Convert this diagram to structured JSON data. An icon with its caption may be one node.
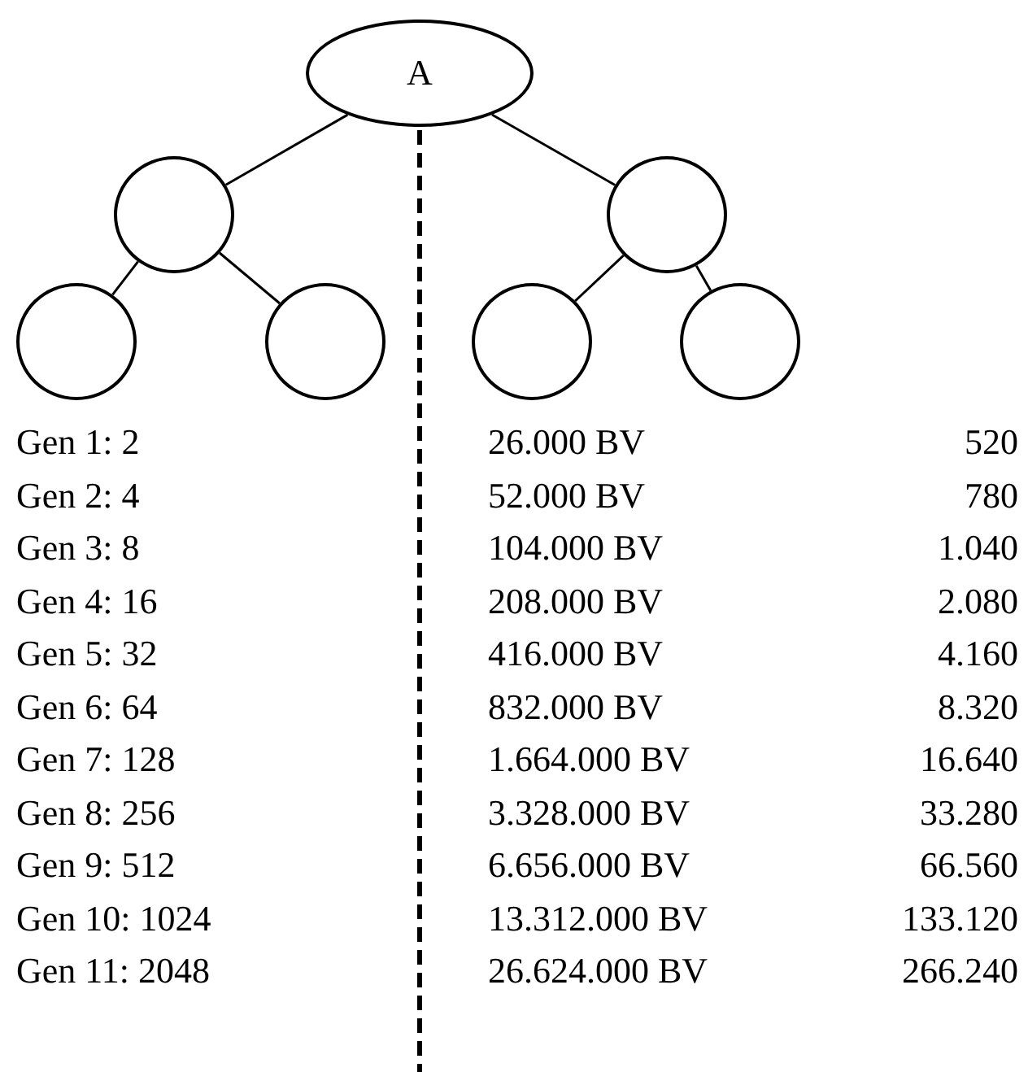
{
  "diagram": {
    "nodes": [
      {
        "text": [
          "A"
        ]
      },
      {
        "text": [],
        "shape": "circle"
      },
      {
        "text": [],
        "shape": "circle"
      },
      {
        "text": [],
        "shape": "circle"
      },
      {
        "text": [],
        "shape": "circle"
      },
      {
        "text": [],
        "shape": "circle"
      },
      {
        "text": [],
        "shape": "circle"
      }
    ],
    "edges": [
      {
        "from": 0,
        "to": 1,
        "arrow": "none"
      },
      {
        "from": 0,
        "to": 2,
        "arrow": "none"
      },
      {
        "from": 1,
        "to": 3,
        "arrow": "none"
      },
      {
        "from": 1,
        "to": 4,
        "arrow": "none"
      },
      {
        "from": 2,
        "to": 5,
        "arrow": "none"
      },
      {
        "from": 2,
        "to": 6,
        "arrow": "none"
      }
    ],
    "labels": [
      "Gen 1: 2",
      "26.000 BV",
      "520",
      "Gen 2: 4",
      "52.000 BV",
      "780",
      "Gen 3: 8",
      "104.000 BV",
      "1.040",
      "Gen 4: 16",
      "208.000 BV",
      "2.080",
      "Gen 5: 32",
      "416.000 BV",
      "4.160",
      "Gen 6: 64",
      "832.000 BV",
      "8.320",
      "Gen 7: 128",
      "1.664.000 BV",
      "16.640",
      "Gen 8: 256",
      "3.328.000 BV",
      "33.280",
      "Gen 9: 512",
      "6.656.000 BV",
      "66.560",
      "Gen 10: 1024",
      "13.312.000 BV",
      "133.120",
      "Gen 11: 2048",
      "26.624.000 BV",
      "266.240"
    ]
  }
}
